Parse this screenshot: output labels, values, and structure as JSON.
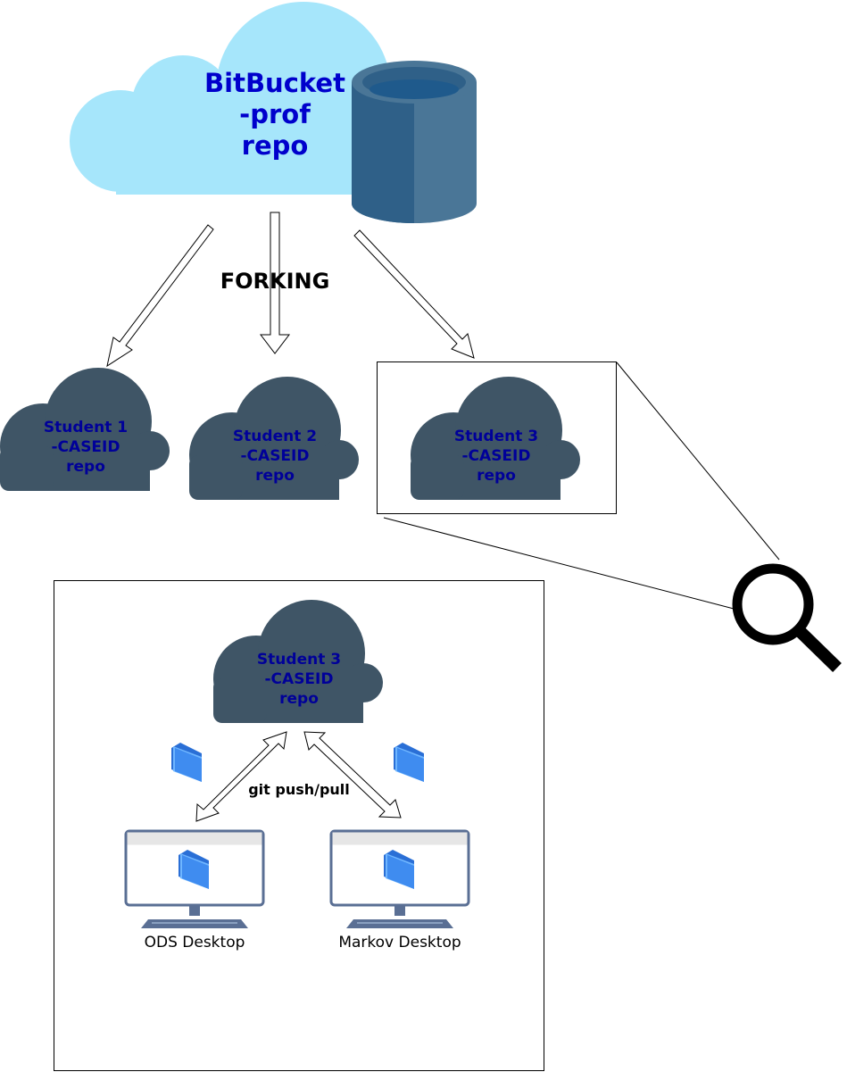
{
  "main_repo": {
    "label": "BitBucket\n-prof\nrepo"
  },
  "forking_label": "FORKING",
  "student_repos": [
    {
      "label": "Student 1\n-CASEID\nrepo"
    },
    {
      "label": "Student 2\n-CASEID\nrepo"
    },
    {
      "label": "Student 3\n-CASEID\nrepo"
    }
  ],
  "detail": {
    "repo_label": "Student 3\n-CASEID\nrepo",
    "sync_label": "git push/pull",
    "desktops": [
      {
        "label": "ODS Desktop"
      },
      {
        "label": "Markov Desktop"
      }
    ]
  },
  "icons": {
    "magnifier": "search-icon",
    "database": "database-icon",
    "folder": "folder-icon",
    "monitor": "monitor-icon"
  },
  "colors": {
    "main_cloud": "#a6e6fb",
    "student_cloud": "#3f5566",
    "database_dark": "#2f6088",
    "database_light": "#4a7697",
    "title_text": "#0000cc",
    "cloud_text": "#000099",
    "folder": "#3f8cf0",
    "monitor_frame": "#5a6f94"
  }
}
